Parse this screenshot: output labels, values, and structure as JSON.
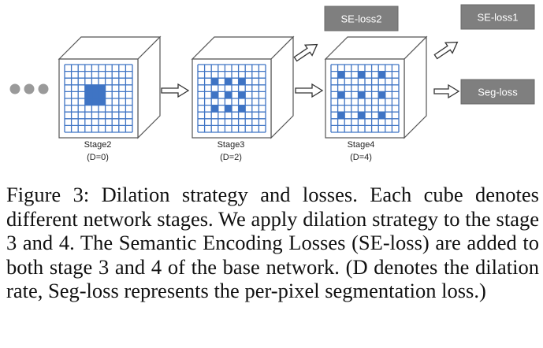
{
  "diagram": {
    "stages": [
      {
        "name": "Stage2",
        "dilation": "(D=0)",
        "dilation_rate": 0
      },
      {
        "name": "Stage3",
        "dilation": "(D=2)",
        "dilation_rate": 2
      },
      {
        "name": "Stage4",
        "dilation": "(D=4)",
        "dilation_rate": 4
      }
    ],
    "loss_boxes": {
      "se_loss2": "SE-loss2",
      "se_loss1": "SE-loss1",
      "seg_loss": "Seg-loss"
    },
    "colors": {
      "grid_line": "#3f74c4",
      "active_cell": "#3f74c4",
      "cube_face": "#ffffff",
      "cube_edge": "#555555",
      "box_fill": "#7f7f7f",
      "ellipsis_dot": "#9a9a9a"
    }
  },
  "caption": "Figure 3: Dilation strategy and losses. Each cube denotes different network stages. We apply dilation strategy to the stage 3 and 4. The Semantic Encoding Losses (SE-loss) are added to both stage 3 and 4 of the base network. (D denotes the dilation rate, Seg-loss represents the per-pixel segmentation loss.)"
}
